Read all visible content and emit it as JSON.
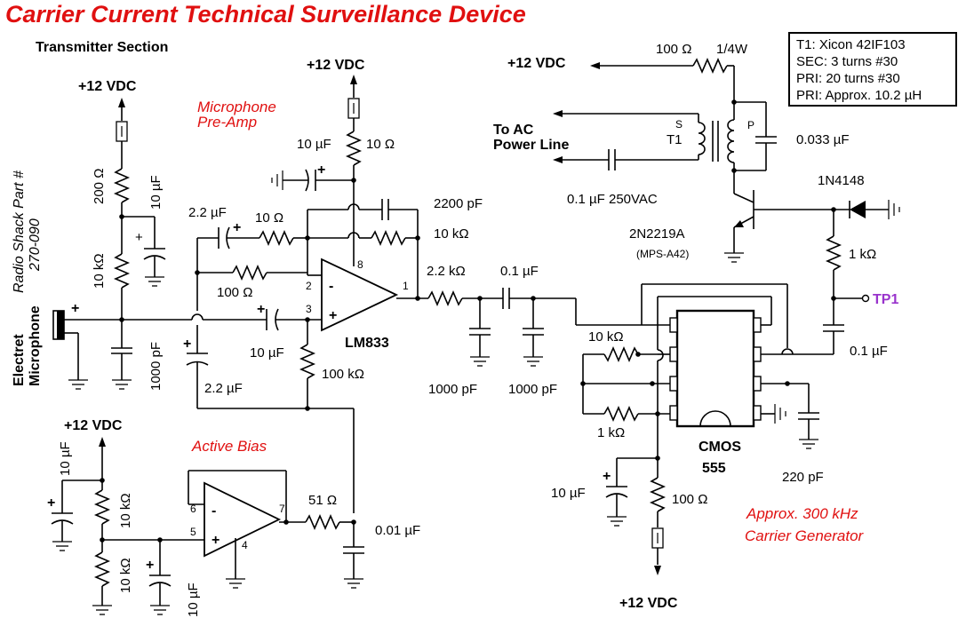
{
  "title": "Carrier Current Technical Surveillance Device",
  "section": "Transmitter Section",
  "notes": [
    "T1: Xicon 42IF103",
    "SEC: 3 turns #30",
    "PRI: 20 turns #30",
    "PRI: Approx. 10.2 µH"
  ],
  "supply": "+12 VDC",
  "red_labels": {
    "preamp_1": "Microphone",
    "preamp_2": "Pre-Amp",
    "bias": "Active Bias",
    "carrier_1": "Approx. 300 kHz",
    "carrier_2": "Carrier Generator"
  },
  "mic": {
    "label_1": "Electret",
    "label_2": "Microphone",
    "part_1": "Radio Shack Part #",
    "part_2": "270-090"
  },
  "ic": {
    "opamp": "LM833",
    "timer_1": "CMOS",
    "timer_2": "555"
  },
  "transistor": {
    "name": "2N2219A",
    "alt": "(MPS-A42)"
  },
  "diode": "1N4148",
  "transformer": "T1",
  "coil_s": "S",
  "coil_p": "P",
  "power_line_1": "To AC",
  "power_line_2": "Power Line",
  "testpoint": "TP1",
  "pins": {
    "p1": "1",
    "p2": "2",
    "p3": "3",
    "p4": "4",
    "p5": "5",
    "p6": "6",
    "p7": "7",
    "p8": "8"
  },
  "opamp_minus": "-",
  "opamp_plus": "+",
  "cap_plus": "+",
  "values": {
    "r200": "200 Ω",
    "c10u_a": "10 µF",
    "r10k_a": "10 kΩ",
    "c1000p_a": "1000 pF",
    "c2u2_a": "2.2 µF",
    "c2u2_b": "2.2 µF",
    "r10_fb": "10 Ω",
    "r100": "100 Ω",
    "c10u_in": "10 µF",
    "r100k": "100 kΩ",
    "c10u_top": "10 µF",
    "r10_top": "10 Ω",
    "c2200p": "2200 pF",
    "r10k_fb": "10 kΩ",
    "r2k2": "2.2 kΩ",
    "c0u1_mid": "0.1 µF",
    "c1000p_b": "1000 pF",
    "c1000p_c": "1000 pF",
    "r100_top": "100 Ω",
    "r_power": "1/4W",
    "c0u033": "0.033 µF",
    "c0u1_line": "0.1 µF 250VAC",
    "r1k_top": "1 kΩ",
    "c0u1_r": "0.1 µF",
    "r10k_555": "10 kΩ",
    "r1k_555": "1 kΩ",
    "c220p": "220 pF",
    "c10u_555": "10 µF",
    "r100_555": "100 Ω",
    "c10u_b1": "10 µF",
    "r10k_b1": "10 kΩ",
    "r10k_b2": "10 kΩ",
    "c10u_b2": "10 µF",
    "r51": "51 Ω",
    "c0u01": "0.01 µF"
  }
}
